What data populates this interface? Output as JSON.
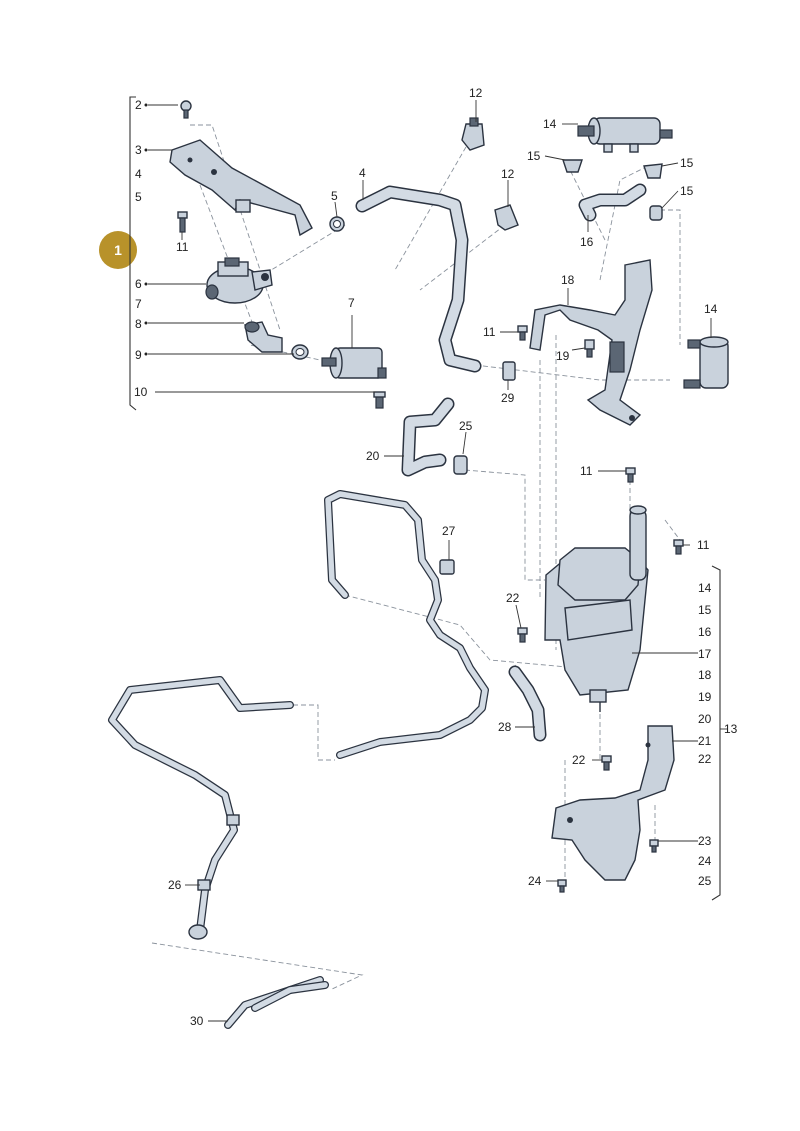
{
  "badge": {
    "label": "1",
    "color": "#b8922a"
  },
  "colors": {
    "part_fill": "#c9d2dc",
    "outline": "#2b3340",
    "dashed": "#8a929c"
  },
  "left_group": [
    "2",
    "3",
    "4",
    "5",
    "11",
    "6",
    "7",
    "8",
    "9",
    "10"
  ],
  "center_labels": [
    "4",
    "5",
    "7",
    "12",
    "12",
    "20",
    "25",
    "27",
    "29",
    "18",
    "19",
    "11",
    "11",
    "22",
    "22",
    "28",
    "26",
    "30",
    "24"
  ],
  "top_right_labels": [
    "14",
    "15",
    "15",
    "15",
    "16",
    "14",
    "11"
  ],
  "right_group": {
    "items": [
      "14",
      "15",
      "16",
      "17",
      "18",
      "19",
      "20",
      "21",
      "22",
      "23",
      "24",
      "25"
    ],
    "group_label": "13"
  },
  "icons": [
    "reservoir-icon",
    "pump-icon",
    "filter-icon",
    "valve-icon",
    "clamp-icon",
    "bolt-icon",
    "hose-icon",
    "bracket-icon",
    "shield-icon"
  ]
}
